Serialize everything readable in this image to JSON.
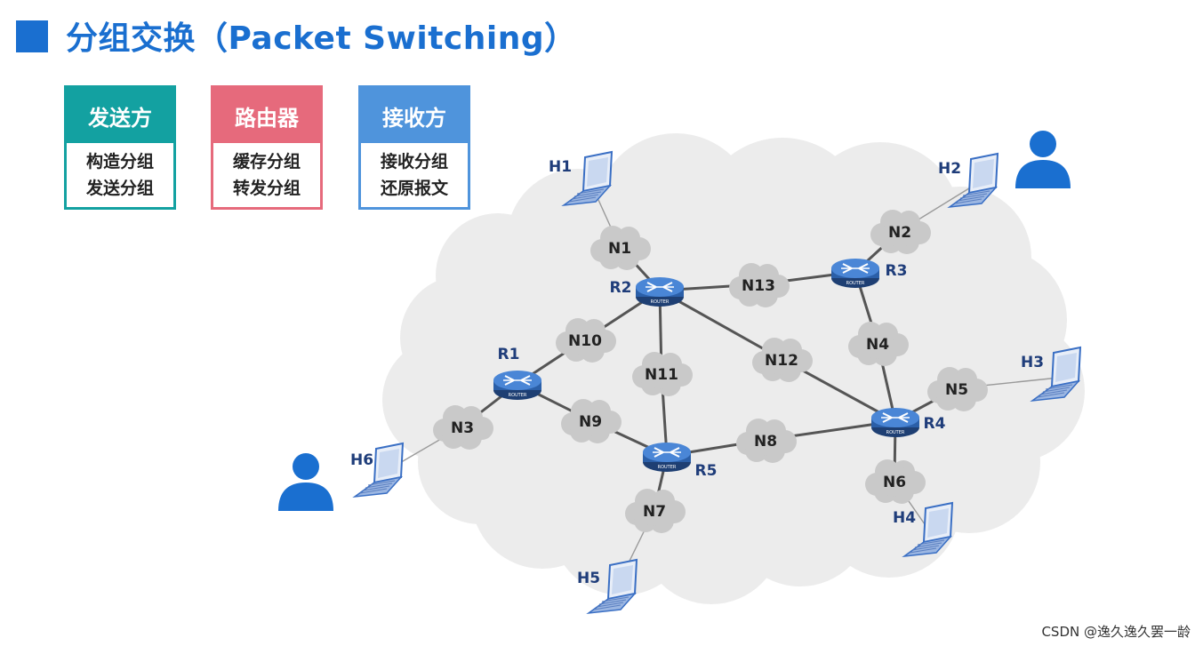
{
  "title": "分组交换（Packet Switching）",
  "roles": [
    {
      "title": "发送方",
      "lines": [
        "构造分组",
        "发送分组"
      ],
      "color": "#13a1a1"
    },
    {
      "title": "路由器",
      "lines": [
        "缓存分组",
        "转发分组"
      ],
      "color": "#e66a7c"
    },
    {
      "title": "接收方",
      "lines": [
        "接收分组",
        "还原报文"
      ],
      "color": "#4f94dc"
    }
  ],
  "routers": [
    "R1",
    "R2",
    "R3",
    "R4",
    "R5"
  ],
  "router_sublabel": "ROUTER",
  "networks": [
    "N1",
    "N2",
    "N3",
    "N4",
    "N5",
    "N6",
    "N7",
    "N8",
    "N9",
    "N10",
    "N11",
    "N12",
    "N13"
  ],
  "hosts": [
    "H1",
    "H2",
    "H3",
    "H4",
    "H5",
    "H6"
  ],
  "links": [
    [
      "H1",
      "N1"
    ],
    [
      "N1",
      "R2"
    ],
    [
      "R2",
      "N13"
    ],
    [
      "N13",
      "R3"
    ],
    [
      "H2",
      "N2"
    ],
    [
      "N2",
      "R3"
    ],
    [
      "R3",
      "N4"
    ],
    [
      "N4",
      "R4"
    ],
    [
      "R2",
      "N12"
    ],
    [
      "N12",
      "R4"
    ],
    [
      "R2",
      "N10"
    ],
    [
      "N10",
      "R1"
    ],
    [
      "R2",
      "N11"
    ],
    [
      "N11",
      "R5"
    ],
    [
      "R1",
      "N9"
    ],
    [
      "N9",
      "R5"
    ],
    [
      "R1",
      "N3"
    ],
    [
      "N3",
      "H6"
    ],
    [
      "R5",
      "N8"
    ],
    [
      "N8",
      "R4"
    ],
    [
      "R5",
      "N7"
    ],
    [
      "N7",
      "H5"
    ],
    [
      "R4",
      "N5"
    ],
    [
      "N5",
      "H3"
    ],
    [
      "R4",
      "N6"
    ],
    [
      "N6",
      "H4"
    ]
  ],
  "users": [
    "sender-user",
    "receiver-user"
  ],
  "colors": {
    "title": "#1a6fd0",
    "router": "#2b5fa8",
    "cloud": "#c9c9c9",
    "bg_cloud": "#ececec",
    "user": "#1a6fd0",
    "laptop": "#3a6fc4"
  },
  "footer": "CSDN @逸久逸久罢一龄"
}
